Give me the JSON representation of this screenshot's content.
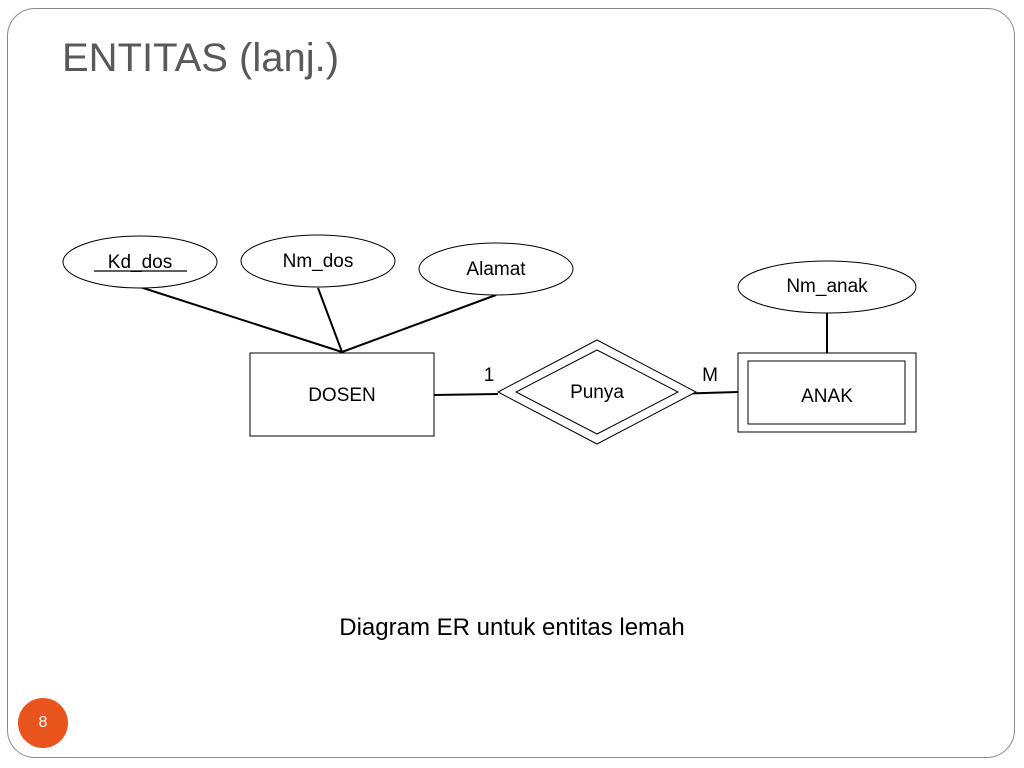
{
  "slide": {
    "title": "ENTITAS (lanj.)",
    "caption": "Diagram ER untuk entitas lemah",
    "page_number": "8",
    "badge_color": "#E8541C"
  },
  "diagram": {
    "entities": {
      "dosen": "DOSEN",
      "anak": "ANAK"
    },
    "relationship": "Punya",
    "attributes": {
      "kd_dos": "Kd_dos",
      "nm_dos": "Nm_dos",
      "alamat": "Alamat",
      "nm_anak": "Nm_anak"
    },
    "cardinality": {
      "dosen_side": "1",
      "anak_side": "M"
    }
  }
}
